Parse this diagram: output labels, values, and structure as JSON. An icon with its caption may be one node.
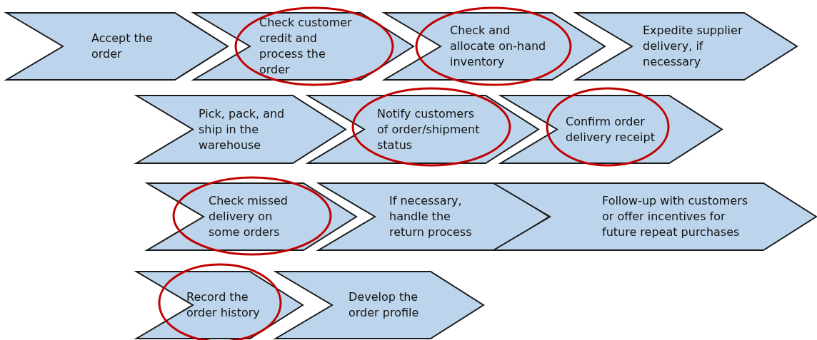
{
  "diagram": {
    "nodes": [
      {
        "text": [
          "Accept the order"
        ]
      },
      {
        "text": [
          "Check customer credit and process the order"
        ]
      },
      {
        "text": [
          "Check and allocate on-hand inventory"
        ]
      },
      {
        "text": [
          "Expedite supplier delivery, if necessary"
        ]
      },
      {
        "text": [
          "Pick, pack, and ship in the warehouse"
        ]
      },
      {
        "text": [
          "Notify customers of order/shipment status"
        ]
      },
      {
        "text": [
          "Confirm order delivery receipt"
        ]
      },
      {
        "text": [
          "Check missed delivery on some orders"
        ]
      },
      {
        "text": [
          "If necessary, handle the return process"
        ]
      },
      {
        "text": [
          "Follow-up with customers or offer incentives for future repeat purchases"
        ]
      },
      {
        "text": [
          "Record the order history"
        ]
      },
      {
        "text": [
          "Develop the order profile"
        ]
      }
    ]
  }
}
